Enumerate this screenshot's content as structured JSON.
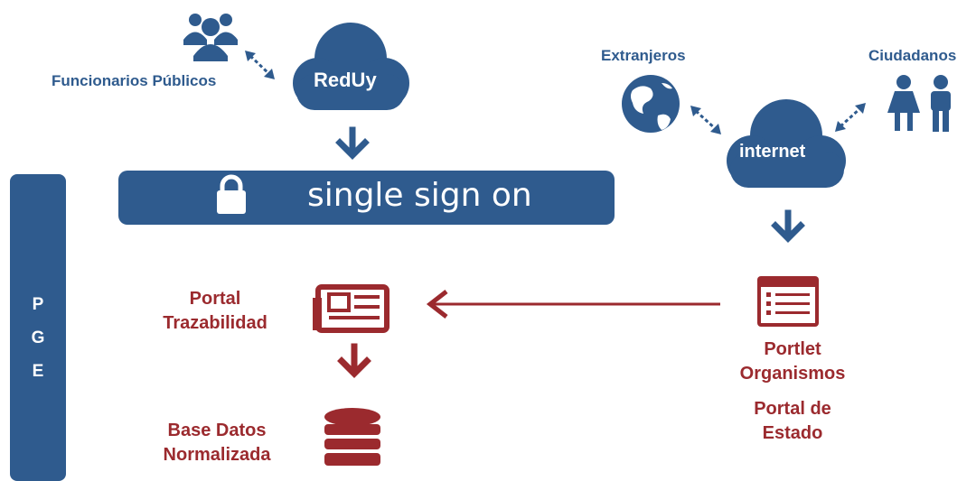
{
  "clouds": {
    "reduy": "RedUy",
    "internet": "internet"
  },
  "actors": {
    "funcionarios": "Funcionarios Públicos",
    "extranjeros": "Extranjeros",
    "ciudadanos": "Ciudadanos"
  },
  "sso": {
    "label": "single sign on"
  },
  "pge": {
    "letters": [
      "P",
      "G",
      "E"
    ]
  },
  "nodes": {
    "portal_trazabilidad": [
      "Portal",
      "Trazabilidad"
    ],
    "base_datos": [
      "Base Datos",
      "Normalizada"
    ],
    "portlet": [
      "Portlet",
      "Organismos"
    ],
    "portal_estado": [
      "Portal de",
      "Estado"
    ]
  },
  "colors": {
    "blue": "#2f5b8e",
    "red": "#9b2a2e"
  }
}
